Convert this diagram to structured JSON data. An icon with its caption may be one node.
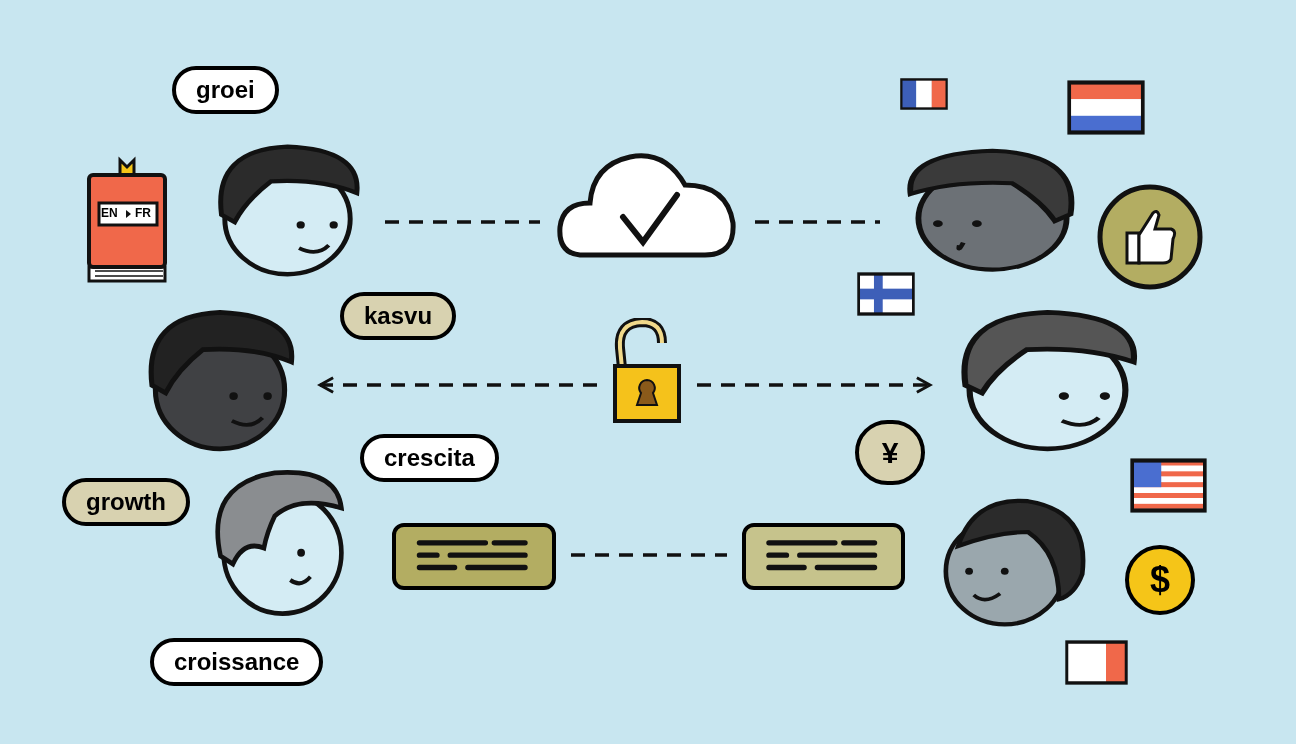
{
  "diagram": {
    "nodes": [
      {
        "text": [],
        "shape": "person"
      },
      {
        "text": [],
        "shape": "cloud"
      },
      {
        "text": [],
        "shape": "person"
      },
      {
        "text": [],
        "shape": "person"
      },
      {
        "text": [],
        "shape": "picture"
      },
      {
        "text": [],
        "shape": "person"
      },
      {
        "text": [],
        "shape": "box"
      },
      {
        "text": [],
        "shape": "box"
      }
    ],
    "edges": [
      {
        "from": 0,
        "to": 1,
        "arrow": "none",
        "style": "dashed"
      },
      {
        "from": 1,
        "to": 2,
        "arrow": "none",
        "style": "dashed"
      },
      {
        "from": 4,
        "to": 3,
        "arrow": "to",
        "style": "dashed"
      },
      {
        "from": 4,
        "to": 5,
        "arrow": "to",
        "style": "dashed"
      },
      {
        "from": 6,
        "to": 7,
        "arrow": "none",
        "style": "dashed"
      }
    ],
    "labels": [
      "groei",
      "EN",
      "FR",
      "kasvu",
      "crescita",
      "growth",
      "¥",
      "$",
      "croissance"
    ]
  }
}
